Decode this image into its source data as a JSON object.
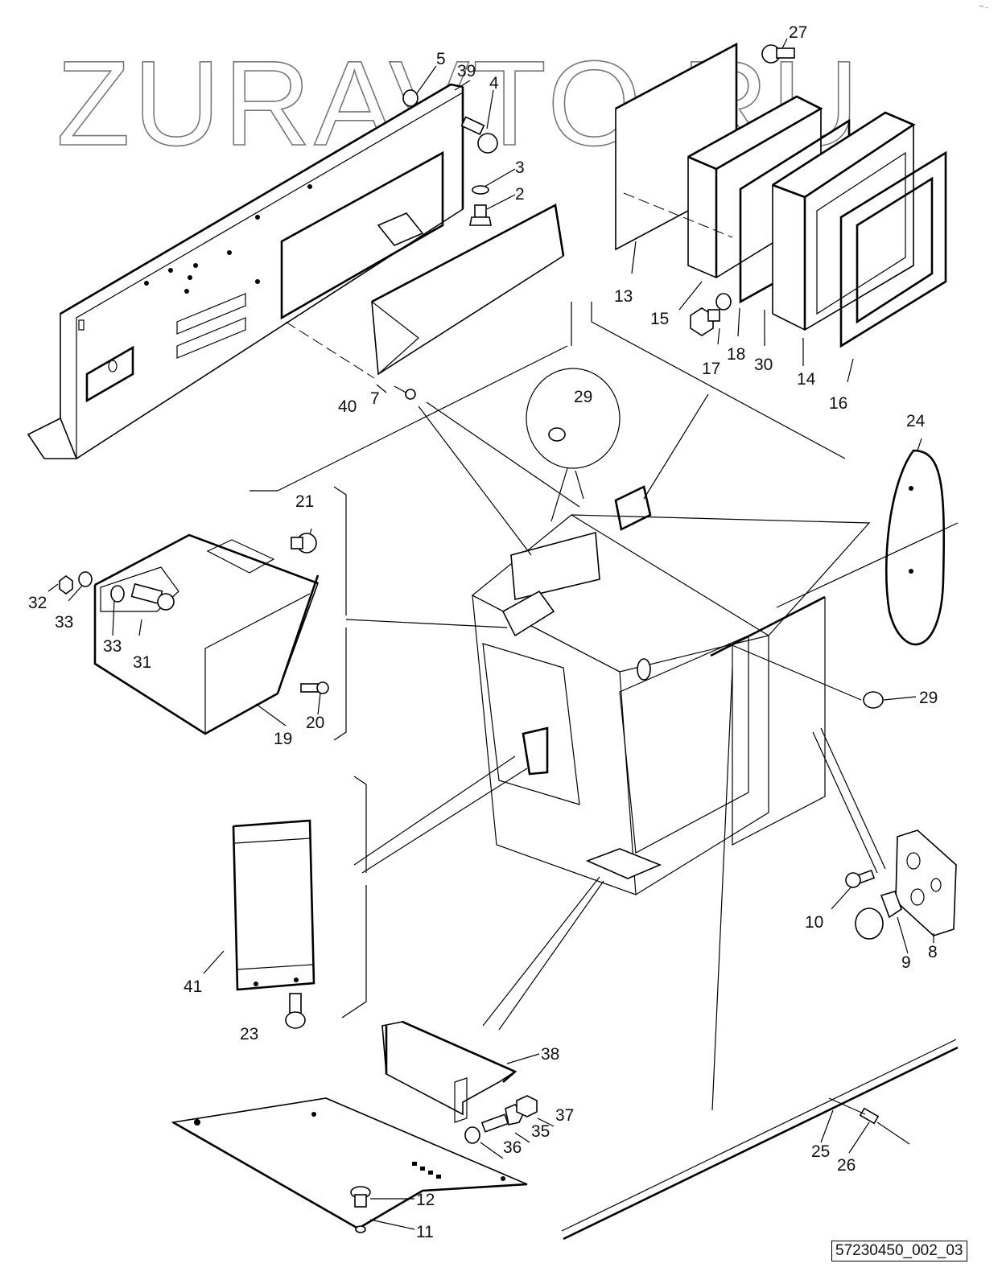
{
  "watermark": "ZURAVTO.RU",
  "drawing_reference": "57230450_002_03",
  "corner_mark": "°⁰ ∙∙∙",
  "callouts": [
    {
      "id": "c39",
      "text": "39"
    },
    {
      "id": "c5",
      "text": "5"
    },
    {
      "id": "c4",
      "text": "4"
    },
    {
      "id": "c3",
      "text": "3"
    },
    {
      "id": "c2",
      "text": "2"
    },
    {
      "id": "c27",
      "text": "27"
    },
    {
      "id": "c13",
      "text": "13"
    },
    {
      "id": "c15",
      "text": "15"
    },
    {
      "id": "c17",
      "text": "17"
    },
    {
      "id": "c18",
      "text": "18"
    },
    {
      "id": "c30",
      "text": "30"
    },
    {
      "id": "c14",
      "text": "14"
    },
    {
      "id": "c16",
      "text": "16"
    },
    {
      "id": "c40",
      "text": "40"
    },
    {
      "id": "c7",
      "text": "7"
    },
    {
      "id": "c29a",
      "text": "29"
    },
    {
      "id": "c24",
      "text": "24"
    },
    {
      "id": "c21",
      "text": "21"
    },
    {
      "id": "c32",
      "text": "32"
    },
    {
      "id": "c33a",
      "text": "33"
    },
    {
      "id": "c33b",
      "text": "33"
    },
    {
      "id": "c31",
      "text": "31"
    },
    {
      "id": "c20",
      "text": "20"
    },
    {
      "id": "c19",
      "text": "19"
    },
    {
      "id": "c29b",
      "text": "29"
    },
    {
      "id": "c10",
      "text": "10"
    },
    {
      "id": "c9",
      "text": "9"
    },
    {
      "id": "c8",
      "text": "8"
    },
    {
      "id": "c41",
      "text": "41"
    },
    {
      "id": "c23",
      "text": "23"
    },
    {
      "id": "c38",
      "text": "38"
    },
    {
      "id": "c37",
      "text": "37"
    },
    {
      "id": "c35",
      "text": "35"
    },
    {
      "id": "c36",
      "text": "36"
    },
    {
      "id": "c25",
      "text": "25"
    },
    {
      "id": "c26",
      "text": "26"
    },
    {
      "id": "c12",
      "text": "12"
    },
    {
      "id": "c11",
      "text": "11"
    }
  ]
}
